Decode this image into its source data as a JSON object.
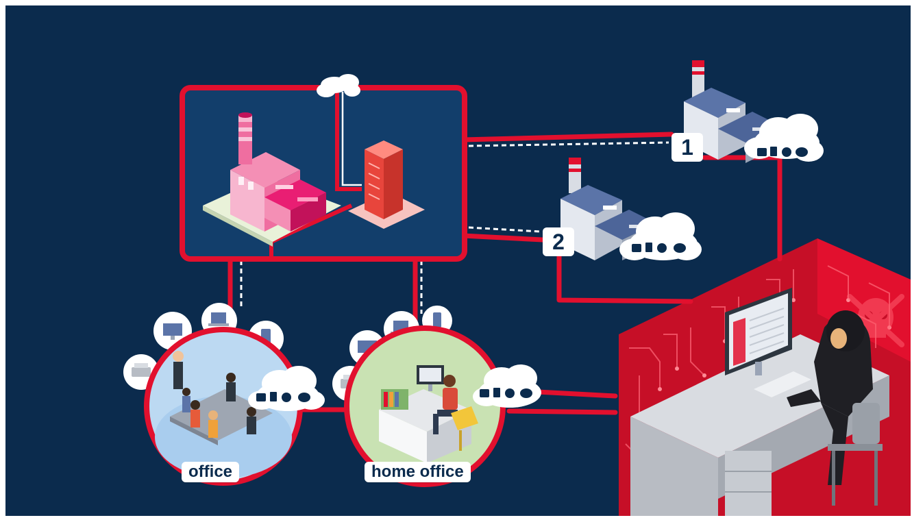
{
  "diagram": {
    "labels": {
      "office": "office",
      "home_office": "home office",
      "factory_1": "1",
      "factory_2": "2"
    },
    "colors": {
      "background": "#0b2b4d",
      "connection_red": "#e2102e",
      "cloud_white": "#ffffff",
      "office_circle_fill": "#bcd9f2",
      "home_circle_fill": "#c9e2b3",
      "factory_pink": "#e91e73",
      "server_red": "#e8453c",
      "hacker_wall_red": "#d4102a"
    },
    "icons": [
      "factory-icon",
      "server-icon",
      "cloud-icon",
      "laptop-icon",
      "monitor-icon",
      "smartphone-icon",
      "printer-icon",
      "hacker-icon",
      "skull-icon",
      "meeting-icon",
      "desk-worker-icon"
    ]
  }
}
